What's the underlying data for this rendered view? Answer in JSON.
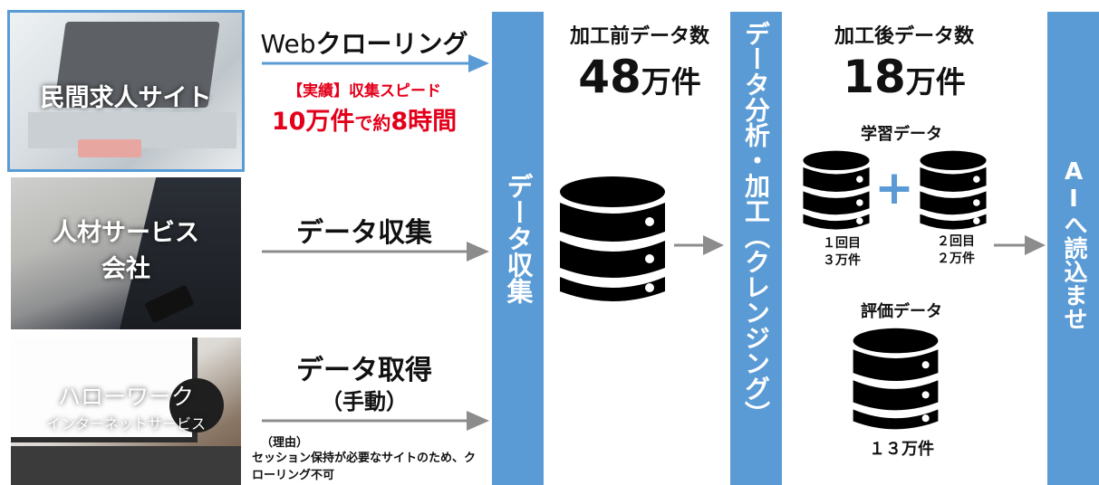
{
  "sources": [
    {
      "label": "民間求人サイト"
    },
    {
      "label_line1": "人材サービス",
      "label_line2": "会社"
    },
    {
      "label_line1": "ハローワーク",
      "label_line2": "インターネットサービス"
    }
  ],
  "flows": {
    "crawl": {
      "title_prefix": "Web",
      "title_main": "クローリング",
      "result_label": "【実績】収集スピード",
      "speed_a": "10万件",
      "speed_b": "で約",
      "speed_c": "8時間"
    },
    "collect": {
      "title": "データ収集"
    },
    "manual": {
      "title": "データ取得",
      "subtitle": "（手動）",
      "reason_head": "（理由）",
      "reason_body": "セッション保持が必要なサイトのため、クローリング不可"
    }
  },
  "bands": {
    "collection": "データ収集",
    "analysis": "データ分析・加工（クレンジング）",
    "load": "AIへ読込ませ"
  },
  "before": {
    "title": "加工前データ数",
    "count": "48",
    "unit": "万件"
  },
  "after": {
    "title": "加工後データ数",
    "count": "18",
    "unit": "万件",
    "training_title": "学習データ",
    "round1_a": "１回目",
    "round1_b": "３万件",
    "round2_a": "２回目",
    "round2_b": "２万件",
    "plus": "+",
    "eval_title": "評価データ",
    "eval_count": "１３万件"
  },
  "colors": {
    "accent": "#5b9bd5",
    "red": "#e3001b",
    "arrow_gray": "#8c8c8c",
    "db": "#000000"
  },
  "icons": [
    "database-icon",
    "arrow-right-icon",
    "plus-icon"
  ]
}
